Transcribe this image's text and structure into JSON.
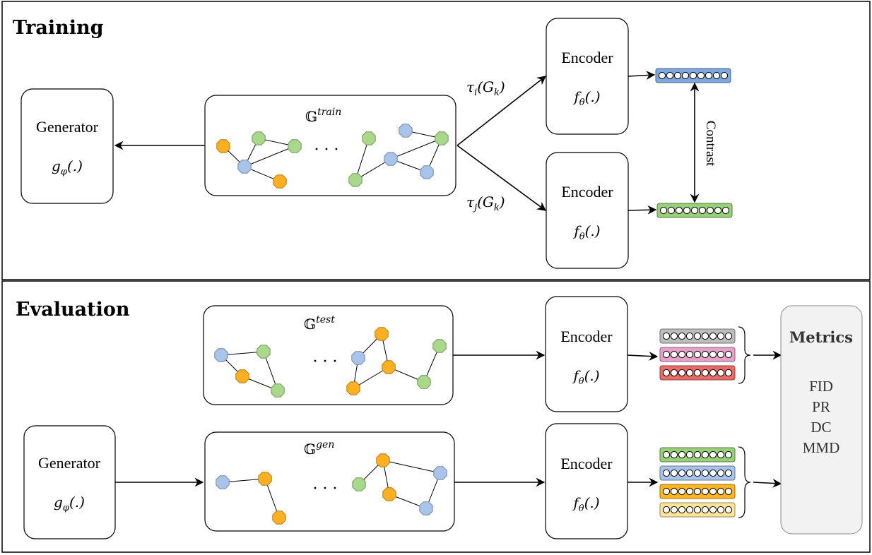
{
  "sections": {
    "training": "Training",
    "evaluation": "Evaluation"
  },
  "training": {
    "generator": {
      "title": "Generator",
      "func_main": "g",
      "func_sub": "φ",
      "func_args": "(.)"
    },
    "dataset": {
      "symbol": "𝔾",
      "superscript": "train",
      "ellipsis": "· · ·"
    },
    "aug_i": {
      "tau": "τ",
      "sub": "i",
      "arg": "(G",
      "arg_sub": "k",
      "arg_close": ")"
    },
    "aug_j": {
      "tau": "τ",
      "sub": "j",
      "arg": "(G",
      "arg_sub": "k",
      "arg_close": ")"
    },
    "encoder_top": {
      "title": "Encoder",
      "func_main": "f",
      "func_sub": "θ",
      "func_args": "(.)"
    },
    "encoder_bottom": {
      "title": "Encoder",
      "func_main": "f",
      "func_sub": "θ",
      "func_args": "(.)"
    },
    "contrast_label": "Contrast",
    "embedding_colors": [
      "#7ea6e0",
      "#97d077"
    ]
  },
  "evaluation": {
    "test_set": {
      "symbol": "𝔾",
      "superscript": "test",
      "ellipsis": "· · ·"
    },
    "gen_set": {
      "symbol": "𝔾",
      "superscript": "gen",
      "ellipsis": "· · ·"
    },
    "generator": {
      "title": "Generator",
      "func_main": "g",
      "func_sub": "φ",
      "func_args": "(.)"
    },
    "encoder_test": {
      "title": "Encoder",
      "func_main": "f",
      "func_sub": "θ",
      "func_args": "(.)"
    },
    "encoder_gen": {
      "title": "Encoder",
      "func_main": "f",
      "func_sub": "θ",
      "func_args": "(.)"
    },
    "test_embedding_colors": [
      "#bdbdbd",
      "#e6a1c8",
      "#ea6b66"
    ],
    "gen_embedding_colors": [
      "#97d077",
      "#a9c4eb",
      "#ffb61e",
      "#ffe599"
    ],
    "metrics": {
      "title": "Metrics",
      "items": [
        "FID",
        "PR",
        "DC",
        "MMD"
      ]
    }
  },
  "colors": {
    "node_orange": "#ffb020",
    "node_blue": "#a9c4eb",
    "node_green": "#a8d889",
    "metrics_fill": "#f2f2f2"
  }
}
